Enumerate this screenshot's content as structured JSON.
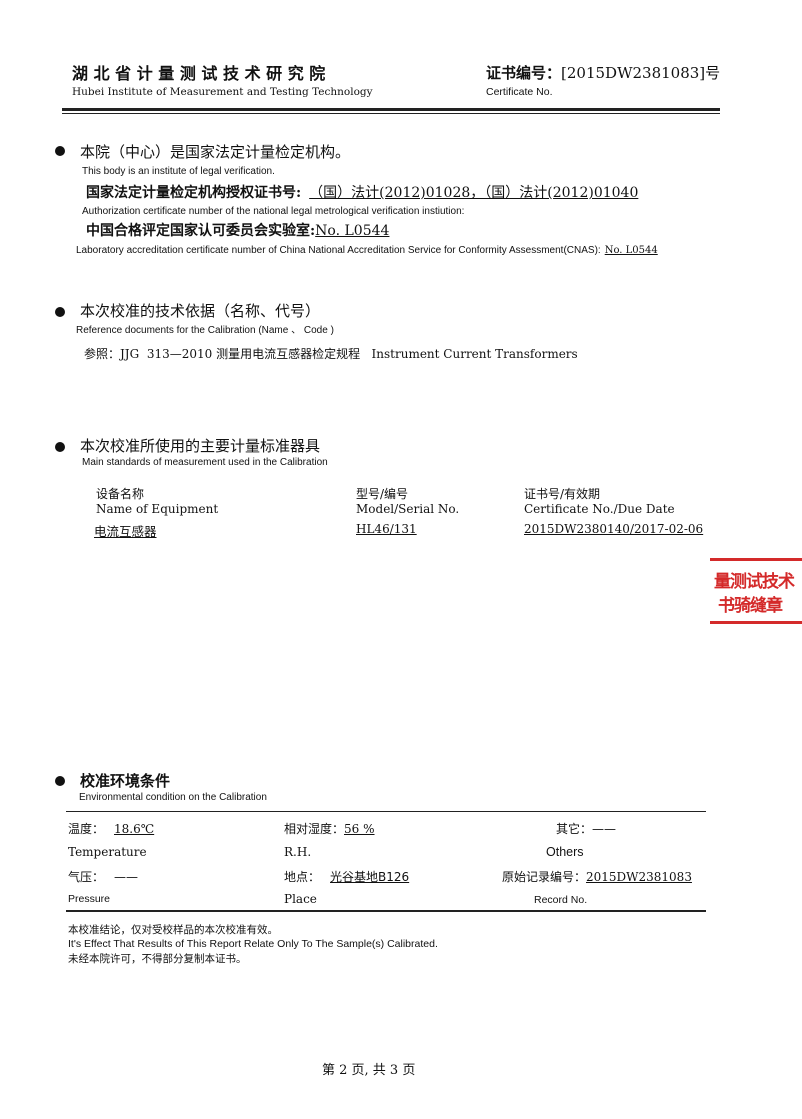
{
  "header": {
    "institute_cn": "湖 北 省 计 量 测 试 技 术 研 究 院",
    "institute_en": "Hubei Institute of Measurement and Testing Technology",
    "cert_label": "证书编号：",
    "cert_number": "[2015DW2381083]",
    "cert_suffix": "号",
    "cert_label_en": "Certificate No."
  },
  "legal": {
    "title": "本院（中心）是国家法定计量检定机构。",
    "title_en": "This body is an institute of legal verification.",
    "auth_label": "国家法定计量检定机构授权证书号:",
    "auth_value": "（国）法计(2012)01028，（国）法计(2012)01040",
    "auth_label_en": "Authorization certificate number of the national legal metrological verification instiution:",
    "cnas_label": "中国合格评定国家认可委员会实验室:",
    "cnas_value": "No. L0544",
    "cnas_label_en": "Laboratory accreditation certificate number of China National Accreditation Service for Conformity Assessment(CNAS):",
    "cnas_value_en": "No. L0544"
  },
  "reference": {
    "title": "本次校准的技术依据（名称、代号）",
    "title_en": "Reference documents for the Calibration (Name 、 Code )",
    "text": "参照：JJG  313—2010 测量用电流互感器检定规程   Instrument Current Transformers"
  },
  "standards": {
    "title": "本次校准所使用的主要计量标准器具",
    "title_en": "Main standards of measurement used in the Calibration",
    "col_name_cn": "设备名称",
    "col_name_en": "Name of Equipment",
    "col_model_cn": "型号/编号",
    "col_model_en": "Model/Serial No.",
    "col_cert_cn": "证书号/有效期",
    "col_cert_en": "Certificate No./Due Date",
    "row": {
      "name": "电流互感器",
      "model": "HL46/131",
      "cert": "2015DW2380140/2017-02-06"
    }
  },
  "seal": {
    "line1": "量测试技术",
    "line2": "书骑缝章",
    "color": "#d42a2a"
  },
  "environment": {
    "title": "校准环境条件",
    "title_en": "Environmental condition on the Calibration",
    "temp_label": "温度：",
    "temp_value": "18.6℃",
    "temp_en": "Temperature",
    "rh_label": "相对湿度：",
    "rh_value": "56 %",
    "rh_en": "R.H.",
    "other_label": "其它：",
    "other_value": "——",
    "other_en": "Others",
    "pressure_label": "气压：",
    "pressure_value": "——",
    "pressure_en": "Pressure",
    "place_label": "地点：",
    "place_value": "光谷基地B126",
    "place_en": "Place",
    "record_label": "原始记录编号：",
    "record_value": "2015DW2381083",
    "record_en": "Record No."
  },
  "notes": {
    "line1": "本校准结论，仅对受校样品的本次校准有效。",
    "line2": "It's Effect That Results  of This Report Relate Only To The Sample(s) Calibrated.",
    "line3": "未经本院许可，不得部分复制本证书。"
  },
  "footer": {
    "page": "第 2 页, 共 3 页"
  }
}
